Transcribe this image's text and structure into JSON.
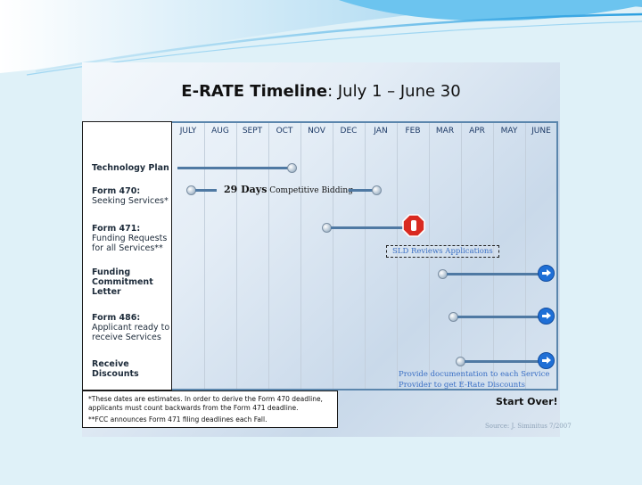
{
  "title": {
    "bold": "E-RATE Timeline",
    "rest": ": July 1 – June 30"
  },
  "months": [
    "JULY",
    "AUG",
    "SEPT",
    "OCT",
    "NOV",
    "DEC",
    "JAN",
    "FEB",
    "MAR",
    "APR",
    "MAY",
    "JUNE"
  ],
  "rows": {
    "technology_plan": "Technology Plan",
    "form470_title": "Form 470:",
    "form470_sub": "Seeking Services*",
    "form471_title": "Form 471:",
    "form471_sub1": "Funding Requests",
    "form471_sub2": "for all Services**",
    "funding_1": "Funding",
    "funding_2": "Commitment",
    "funding_3": "Letter",
    "form486_title": "Form 486:",
    "form486_sub1": "Applicant ready to",
    "form486_sub2": "receive Services",
    "receive_discounts": "Receive Discounts"
  },
  "annotations": {
    "days_bold": "29 Days",
    "days_rest": " Competitive Bidding",
    "sld": "SLD Reviews Applications",
    "provide": "Provide documentation to each Service Provider to get E-Rate Discounts"
  },
  "notes": {
    "line1": "*These dates are estimates.  In order to derive the Form 470 deadline, applicants must count backwards from the Form 471 deadline.",
    "line2": "**FCC announces Form 471 filing deadlines each Fall."
  },
  "start_over": "Start Over!",
  "source": "Source: J. Siminitus 7/2007",
  "colors": {
    "bar": "#4f79a3",
    "arrow": "#1f6fd6",
    "stop": "#d92a20",
    "panel_border": "#5b86ad"
  }
}
